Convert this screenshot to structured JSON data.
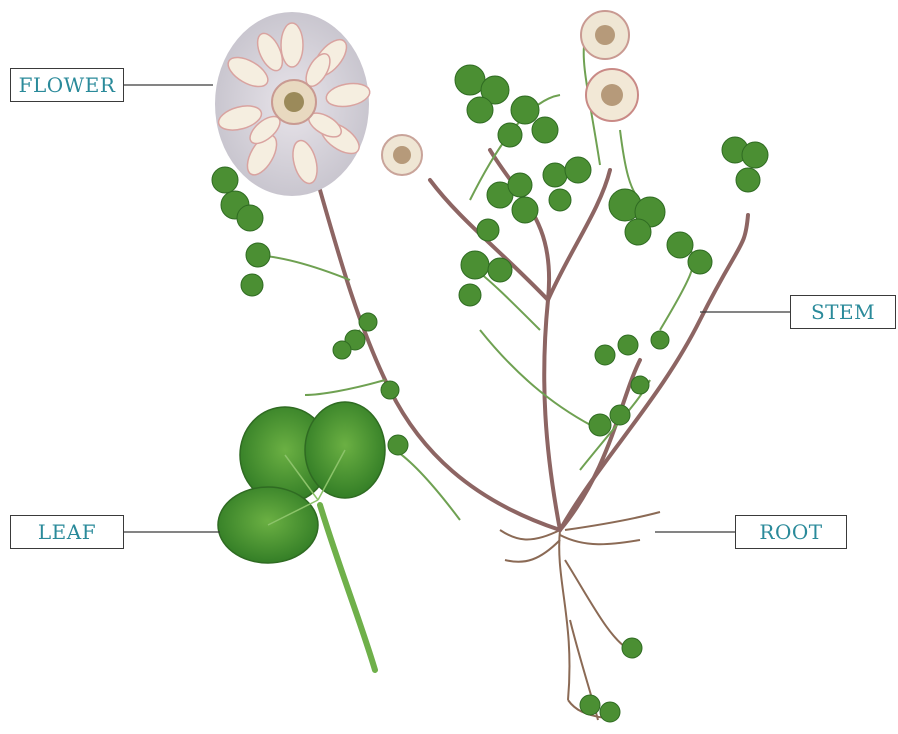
{
  "labels": {
    "flower": "FLOWER",
    "stem": "STEM",
    "leaf": "LEAF",
    "root": "ROOT"
  },
  "colors": {
    "label_text": "#2a8a9a",
    "label_border": "#3a3a3a",
    "leaf_green": "#3f8f2e",
    "stem_purple": "#8a5a5a",
    "flower_cream": "#f3ead8",
    "flower_pink": "#c98a86",
    "background": "#ffffff"
  }
}
